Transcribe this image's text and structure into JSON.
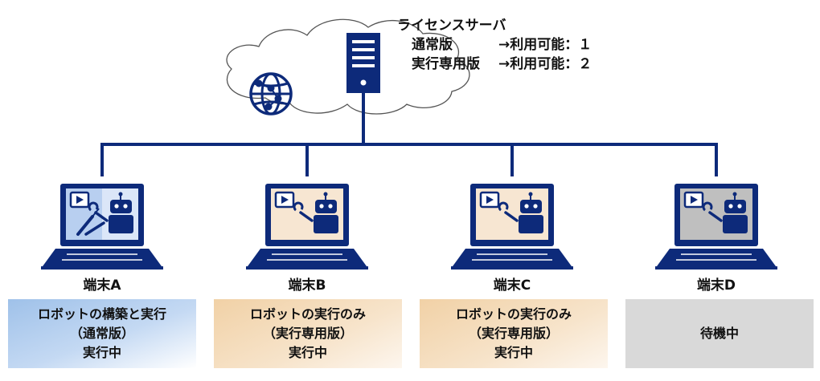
{
  "server": {
    "title": "ライセンスサーバ",
    "licenses": [
      {
        "edition": "通常版",
        "availability": "→利用可能：１"
      },
      {
        "edition": "実行専用版",
        "availability": "→利用可能：２"
      }
    ]
  },
  "terminals": [
    {
      "name": "端末A",
      "status_lines": [
        "ロボットの構築と実行",
        "（通常版）",
        "実行中"
      ]
    },
    {
      "name": "端末B",
      "status_lines": [
        "ロボットの実行のみ",
        "（実行専用版）",
        "実行中"
      ]
    },
    {
      "name": "端末C",
      "status_lines": [
        "ロボットの実行のみ",
        "（実行専用版）",
        "実行中"
      ]
    },
    {
      "name": "端末D",
      "status_lines": [
        "待機中"
      ]
    }
  ],
  "colors": {
    "navy": "#0d2a7a",
    "box_normal": "#a9c8ee",
    "box_exec_only": "#f3d7b1",
    "box_idle": "#d9d9d9",
    "screen_normal": "#dbe6f8",
    "screen_exec_only": "#f7e6d2",
    "screen_idle": "#bfbfbf"
  },
  "icons": {
    "cloud": "cloud-icon",
    "server": "server-icon",
    "globe": "globe-icon",
    "laptop": "laptop-icon",
    "play": "play-icon",
    "robot": "robot-icon",
    "wrench": "wrench-icon",
    "screwdriver": "screwdriver-icon"
  }
}
